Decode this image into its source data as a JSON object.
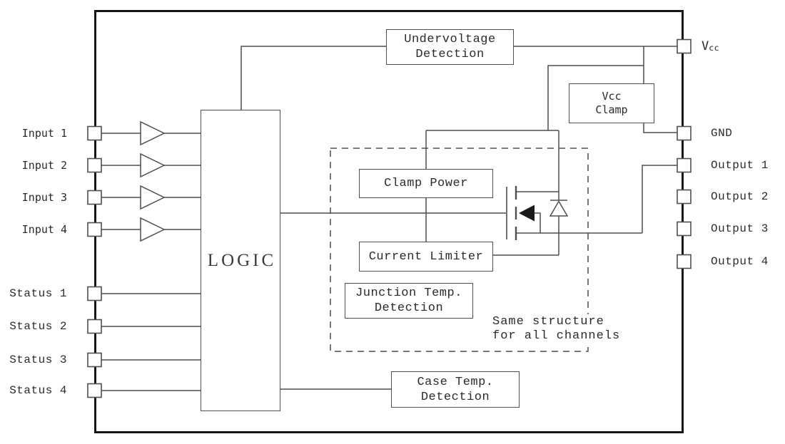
{
  "diagram_type": "ic-functional-block-diagram",
  "blocks": {
    "undervoltage_detection": {
      "line1": "Undervoltage",
      "line2": "Detection"
    },
    "vcc_clamp": {
      "line1": "Vcc",
      "line2": "Clamp"
    },
    "logic": {
      "label": "LOGIC"
    },
    "clamp_power": {
      "label": "Clamp Power"
    },
    "current_limiter": {
      "label": "Current Limiter"
    },
    "junction_temp_detection": {
      "line1": "Junction Temp.",
      "line2": "Detection"
    },
    "case_temp_detection": {
      "line1": "Case Temp.",
      "line2": "Detection"
    }
  },
  "annotation": {
    "line1": "Same structure",
    "line2": "for all channels"
  },
  "pins": {
    "left": [
      {
        "label": "Input 1"
      },
      {
        "label": "Input 2"
      },
      {
        "label": "Input 3"
      },
      {
        "label": "Input 4"
      },
      {
        "label": "Status 1"
      },
      {
        "label": "Status 2"
      },
      {
        "label": "Status 3"
      },
      {
        "label": "Status 4"
      }
    ],
    "right": [
      {
        "label_main": "V",
        "label_sub": "cc"
      },
      {
        "label": "GND"
      },
      {
        "label": "Output 1"
      },
      {
        "label": "Output 2"
      },
      {
        "label": "Output 3"
      },
      {
        "label": "Output 4"
      }
    ]
  },
  "symbols": {
    "buffers": "input-buffer-triangle x4",
    "transistor": "n-channel power MOSFET with body diode",
    "pin_marker": "small square on package outline"
  },
  "colors": {
    "background": "#ffffff",
    "outline": "#161616",
    "line": "#4f4f4f",
    "text": "#2b2b2b",
    "mosfet_arrow_fill": "#1a1a1a"
  }
}
